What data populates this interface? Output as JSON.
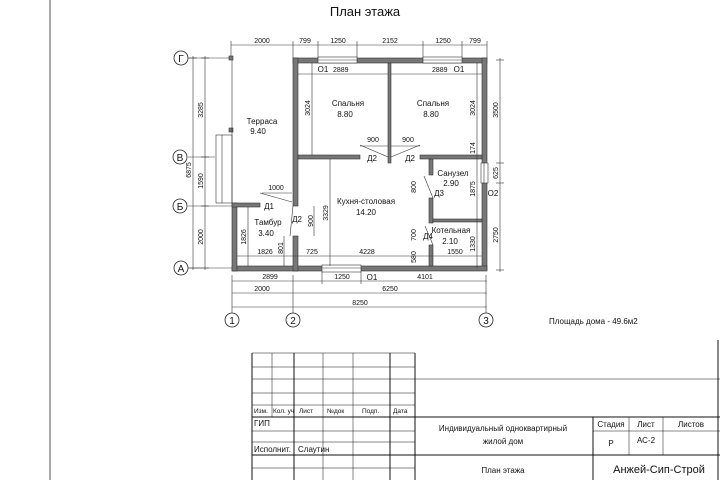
{
  "title": "План этажа",
  "axes": {
    "rows": [
      "Г",
      "В",
      "Б",
      "А"
    ],
    "cols": [
      "1",
      "2",
      "3"
    ]
  },
  "rooms": [
    {
      "name": "Терраса",
      "area": "9.40"
    },
    {
      "name": "Спальня",
      "area": "8.80"
    },
    {
      "name": "Спальня",
      "area": "8.80"
    },
    {
      "name": "Санузел",
      "area": "2.90"
    },
    {
      "name": "Кухня-столовая",
      "area": "14.20"
    },
    {
      "name": "Тамбур",
      "area": "3.40"
    },
    {
      "name": "Котельная",
      "area": "2.10"
    }
  ],
  "openings": {
    "window1": "О1",
    "window2": "О2",
    "door1": "Д1",
    "door2": "Д2",
    "door3": "Д3",
    "door4": "Д4"
  },
  "dims": {
    "top": [
      "2000",
      "799",
      "1250",
      "2152",
      "1250",
      "799"
    ],
    "bedroom_width": "2889",
    "door_width": "900",
    "left": [
      "3285",
      "1590",
      "2000"
    ],
    "left_total": "6875",
    "right": [
      "3500",
      "625",
      "2750"
    ],
    "inner": {
      "bed_h": "3024",
      "d174": "174",
      "d1875": "1875",
      "d1330": "1330",
      "d625": "625",
      "d800": "800",
      "d700": "700",
      "d580": "580",
      "d1550": "1550",
      "d4228": "4228",
      "d3329": "3329",
      "d725": "725",
      "d900": "900",
      "d1826": "1826",
      "d801": "801",
      "d1000": "1000"
    },
    "bottom1": [
      "2899",
      "1250",
      "4101"
    ],
    "bottom2": [
      "2000",
      "6250"
    ],
    "bottom_total": "8250"
  },
  "area_note": "Площадь дома - 49.6м2",
  "title_block": {
    "headers": [
      "Изм.",
      "Кол. уч",
      "Лист",
      "№док",
      "Подп.",
      "Дата"
    ],
    "gip": "ГИП",
    "executor_role": "Исполнит.",
    "executor_name": "Слаутин",
    "project_line1": "Индивидуальный  одноквартирный",
    "project_line2": "жилой дом",
    "sheet_title": "План  этажа",
    "stage_label": "Стадия",
    "sheet_label": "Лист",
    "sheets_label": "Листов",
    "stage": "Р",
    "sheet": "АС-2",
    "company": "Анжей-Сип-Строй"
  }
}
